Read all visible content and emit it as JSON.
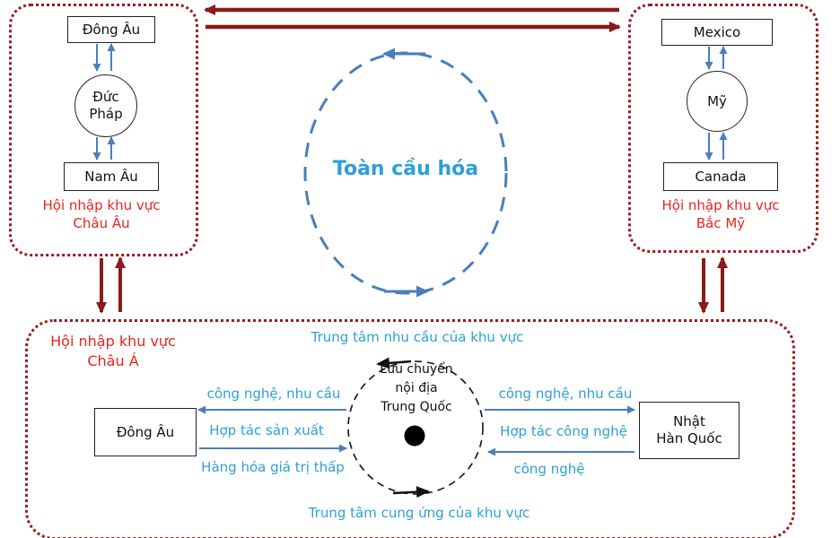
{
  "globalization": {
    "label": "Toàn cầu hóa"
  },
  "europe": {
    "top_node": "Đông Âu",
    "center_node": "Đức\nPháp",
    "bottom_node": "Nam Âu",
    "caption": "Hội nhập khu vực\nChâu Âu"
  },
  "north_america": {
    "top_node": "Mexico",
    "center_node": "Mỹ",
    "bottom_node": "Canada",
    "caption": "Hội nhập khu vực\nBắc Mỹ"
  },
  "asia": {
    "caption": "Hội nhập khu vực\nChâu Á",
    "demand_center_label": "Trung tâm nhu cầu của khu vực",
    "supply_center_label": "Trung tâm cung ứng của khu vực",
    "hub_circle_label": "Lưu chuyển\nnội địa\nTrung Quốc",
    "left_node": "Đông Âu",
    "right_node": "Nhật\nHàn Quốc",
    "left_flow_1": "công nghệ, nhu cầu",
    "left_flow_2": "Hợp tác sản xuất",
    "left_flow_3": "Hàng hóa giá trị thấp",
    "right_flow_1": "công nghệ, nhu cầu",
    "right_flow_2": "Hợp tác công nghệ",
    "right_flow_3": "công nghệ"
  },
  "colors": {
    "region_border": "#9b1c1c",
    "caption_red": "#e8251f",
    "label_blue": "#2d9fd8",
    "arrow_blue": "#4a7ebb",
    "arrow_dark_red": "#8b1a1a",
    "hub_black": "#111111"
  }
}
